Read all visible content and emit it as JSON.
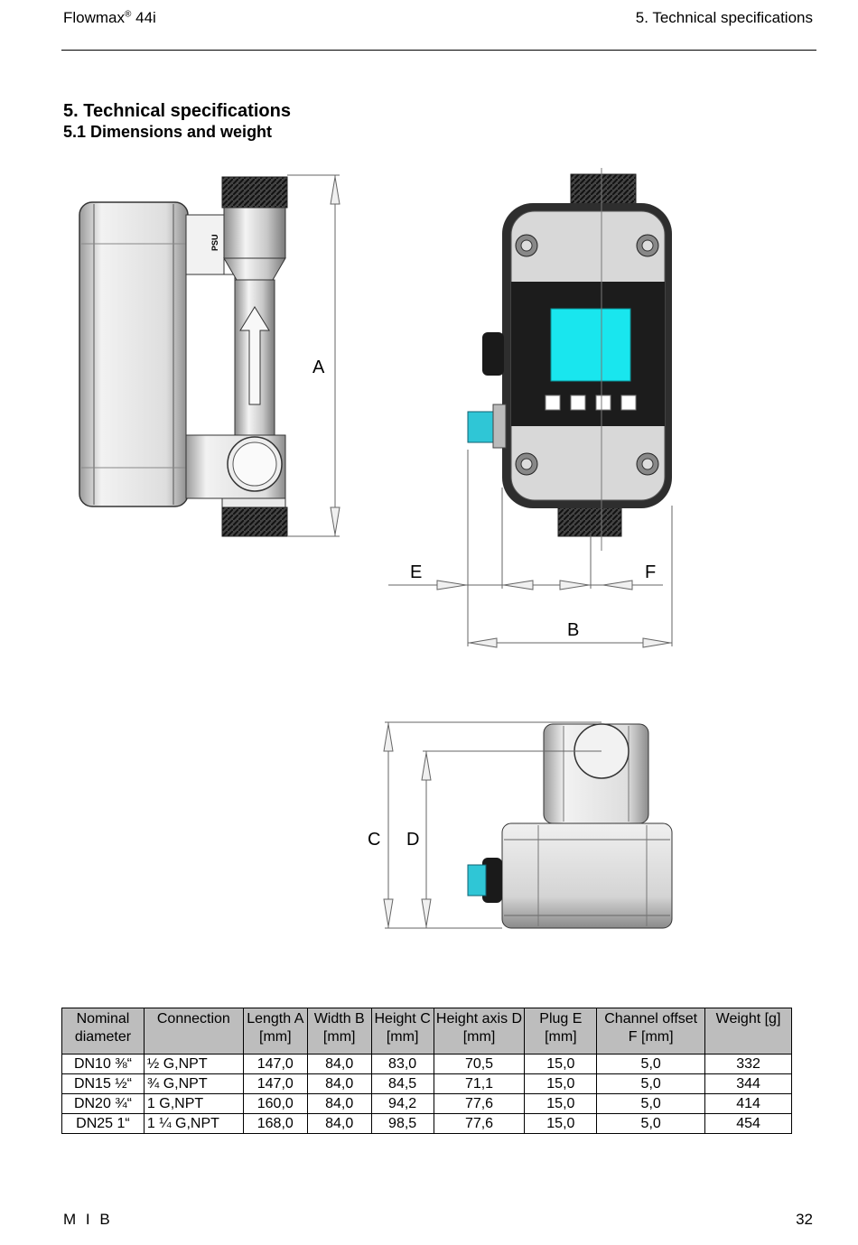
{
  "header": {
    "product": "Flowmax",
    "registered": "®",
    "model": " 44i",
    "section": "5. Technical specifications"
  },
  "headings": {
    "h1": "5. Technical specifications",
    "h2": "5.1 Dimensions and weight"
  },
  "drawing": {
    "labels": {
      "a": "A",
      "b": "B",
      "c": "C",
      "d": "D",
      "e": "E",
      "f": "F",
      "psu": "PSU"
    },
    "colors": {
      "display": "#19e6ee",
      "connector": "#2fc6d6",
      "frame": "#d6d6d6",
      "panel": "#1c1c1c"
    }
  },
  "table": {
    "headers": [
      "Nominal diameter",
      "Connection",
      "Length A [mm]",
      "Width B [mm]",
      "Height C [mm]",
      "Height axis D [mm]",
      "Plug E [mm]",
      "Channel offset F [mm]",
      "Weight [g]"
    ],
    "rows": [
      [
        "DN10 ⅜“",
        "½ G,NPT",
        "147,0",
        "84,0",
        "83,0",
        "70,5",
        "15,0",
        "5,0",
        "332"
      ],
      [
        "DN15 ½“",
        "¾ G,NPT",
        "147,0",
        "84,0",
        "84,5",
        "71,1",
        "15,0",
        "5,0",
        "344"
      ],
      [
        "DN20 ¾“",
        "1 G,NPT",
        "160,0",
        "84,0",
        "94,2",
        "77,6",
        "15,0",
        "5,0",
        "414"
      ],
      [
        "DN25 1“",
        "1 ¼ G,NPT",
        "168,0",
        "84,0",
        "98,5",
        "77,6",
        "15,0",
        "5,0",
        "454"
      ]
    ]
  },
  "footer": {
    "left": "M I B",
    "page": "32"
  }
}
